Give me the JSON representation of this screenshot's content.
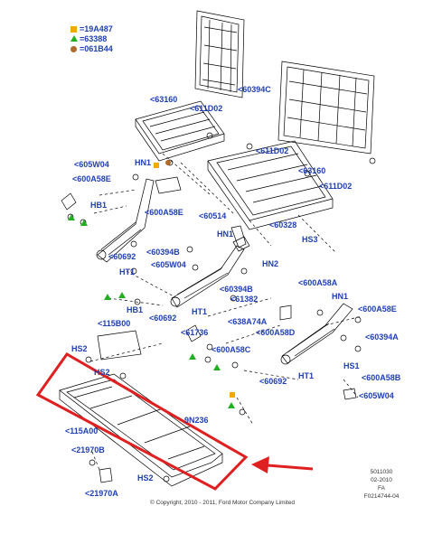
{
  "legend": [
    {
      "marker": "square",
      "color": "#f2a900",
      "label": "=19A487"
    },
    {
      "marker": "triangle",
      "color": "#22b022",
      "label": "=63388"
    },
    {
      "marker": "circle",
      "color": "#b06a2a",
      "label": "=061B44"
    }
  ],
  "callouts": {
    "c60394C": "<60394C",
    "c63160a": "<63160",
    "c611D02a": "<611D02",
    "c611D02b": "<611D02",
    "c605W04a": "<605W04",
    "c600A58Ea": "<600A58E",
    "hn1a": "HN1",
    "hb1a": "HB1",
    "c63160b": "<63160",
    "c611D02c": "<611D02",
    "c600A58Eb": "<600A58E",
    "c60514": "<60514",
    "c60328": "<60328",
    "hn1b": "HN1",
    "hs3": "HS3",
    "c60394Ba": "<60394B",
    "c60692a": "<60692",
    "c605W04b": "<605W04",
    "ht1a": "HT1",
    "hn2": "HN2",
    "c600A58A": "<600A58A",
    "c60394Bb": "<60394B",
    "hn1c": "HN1",
    "c61382": "<61382",
    "hb1b": "HB1",
    "ht1b": "HT1",
    "c60692b": "<60692",
    "c115B00": "<115B00",
    "c638A74A": "<638A74A",
    "c600A58Ec": "<600A58E",
    "c61736": "<61736",
    "c600A58D": "<600A58D",
    "c60394A": "<60394A",
    "c600A58C": "<600A58C",
    "hs2a": "HS2",
    "hs2b": "HS2",
    "hs1": "HS1",
    "c600A58B": "<600A58B",
    "ht1c": "HT1",
    "c60692c": "<60692",
    "c605W04c": "<605W04",
    "c9N236": "9N236",
    "c115A00": "<115A00",
    "c21970B": "<21970B",
    "c21970A": "<21970A",
    "hs2c": "HS2"
  },
  "meta": [
    "5011030",
    "02-2010",
    "FA",
    "F0214744-04"
  ],
  "copyright": "© Copyright, 2010 - 2011, Ford Motor Company Limited"
}
